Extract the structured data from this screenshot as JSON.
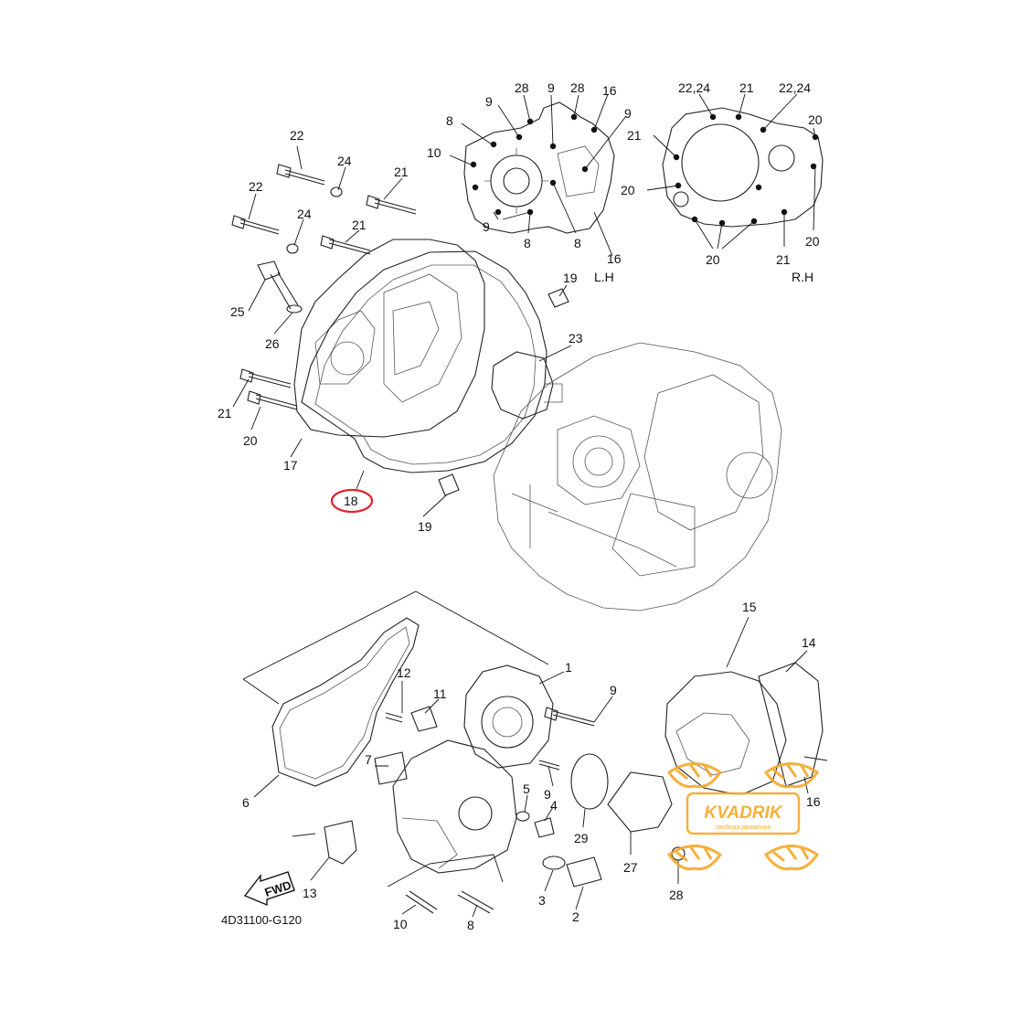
{
  "diagram_code": "4D31100-G120",
  "fwd_label": "FWD",
  "highlighted_part": "18",
  "highlight_color": "#e0242b",
  "side_labels": {
    "left": "L.H",
    "right": "R.H"
  },
  "watermark": {
    "brand": "KVADRIK",
    "tagline": "свобода движения",
    "color": "#f6a623"
  },
  "callouts": {
    "c1": "1",
    "c2": "2",
    "c3": "3",
    "c4": "4",
    "c5": "5",
    "c6": "6",
    "c7": "7",
    "c8a": "8",
    "c8b": "8",
    "c8c": "8",
    "c8d": "8",
    "c9a": "9",
    "c9b": "9",
    "c9c": "9",
    "c9d": "9",
    "c9e": "9",
    "c9f": "9",
    "c10a": "10",
    "c10b": "10",
    "c11": "11",
    "c12": "12",
    "c13": "13",
    "c14": "14",
    "c15": "15",
    "c16a": "16",
    "c16b": "16",
    "c16c": "16",
    "c17": "17",
    "c18": "18",
    "c19a": "19",
    "c19b": "19",
    "c20a": "20",
    "c20b": "20",
    "c20c": "20",
    "c20d": "20",
    "c20e": "20",
    "c21a": "21",
    "c21b": "21",
    "c21c": "21",
    "c21d": "21",
    "c21e": "21",
    "c21f": "21",
    "c22a": "22",
    "c22b": "22",
    "c2224a": "22,24",
    "c2224b": "22,24",
    "c23": "23",
    "c24a": "24",
    "c24b": "24",
    "c25": "25",
    "c26": "26",
    "c27": "27",
    "c28a": "28",
    "c28b": "28",
    "c28c": "28",
    "c29": "29"
  }
}
